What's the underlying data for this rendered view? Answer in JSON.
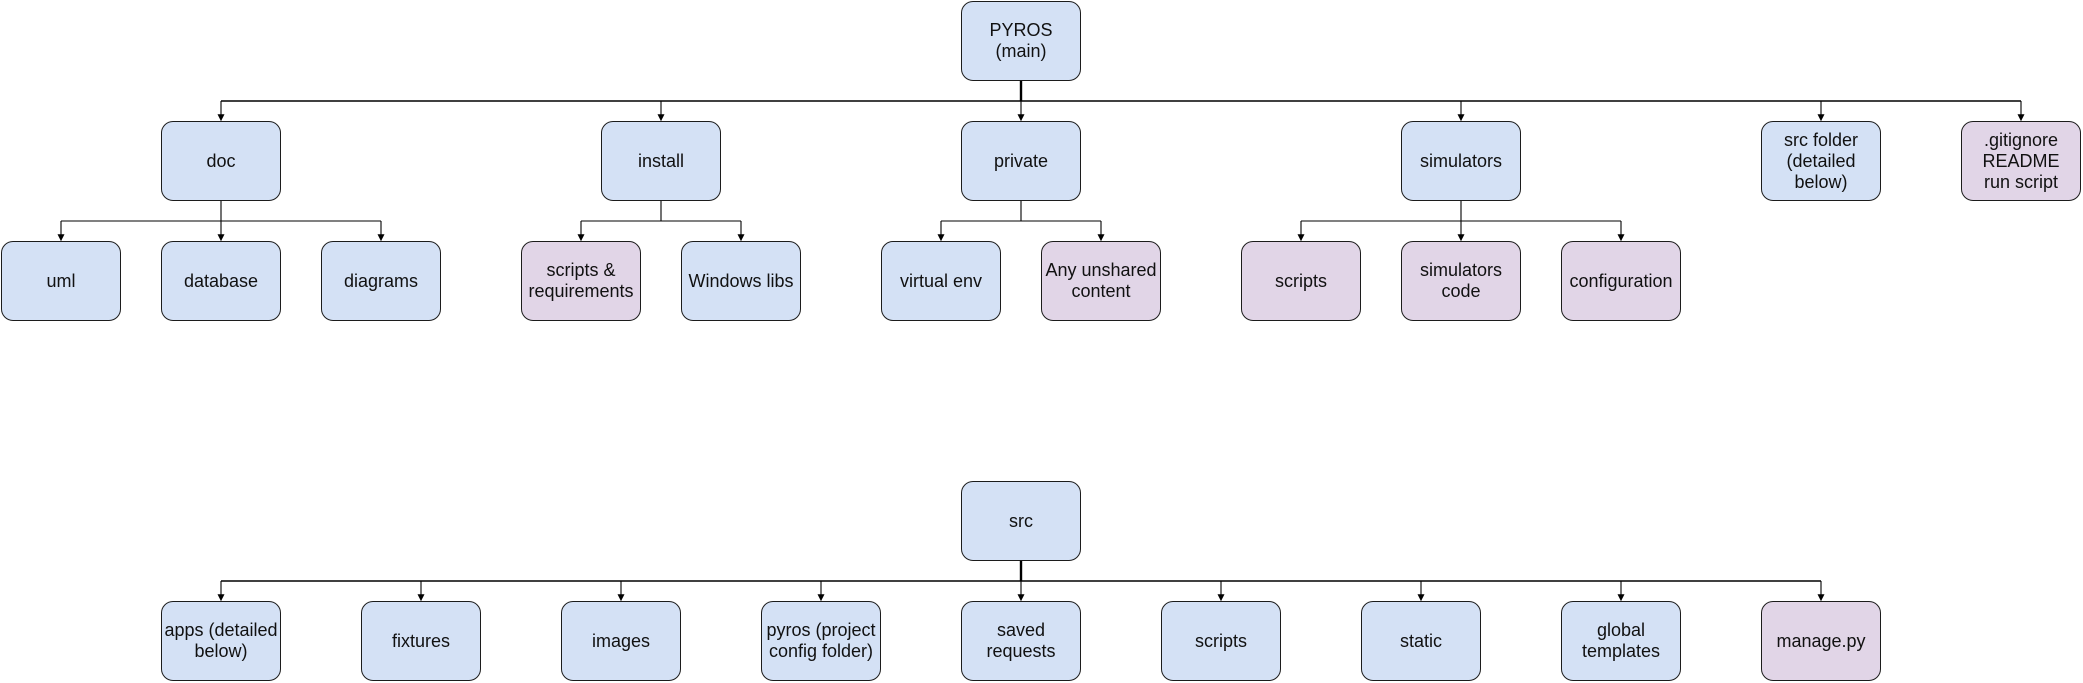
{
  "colors": {
    "folder": "#d4e1f5",
    "file": "#e1d5e7",
    "border": "#1c1c1c",
    "line": "#000000"
  },
  "top_tree": {
    "root": {
      "lines": [
        "PYROS",
        "(main)"
      ],
      "kind": "folder"
    },
    "children": {
      "doc": {
        "lines": [
          "doc"
        ],
        "kind": "folder",
        "children": {
          "uml": {
            "lines": [
              "uml"
            ],
            "kind": "folder"
          },
          "database": {
            "lines": [
              "database"
            ],
            "kind": "folder"
          },
          "diagrams": {
            "lines": [
              "diagrams"
            ],
            "kind": "folder"
          }
        }
      },
      "install": {
        "lines": [
          "install"
        ],
        "kind": "folder",
        "children": {
          "scripts_requirements": {
            "lines": [
              "scripts &",
              "requirements"
            ],
            "kind": "file"
          },
          "windows_libs": {
            "lines": [
              "Windows libs"
            ],
            "kind": "folder"
          }
        }
      },
      "private": {
        "lines": [
          "private"
        ],
        "kind": "folder",
        "children": {
          "virtual_env": {
            "lines": [
              "virtual env"
            ],
            "kind": "folder"
          },
          "unshared": {
            "lines": [
              "Any unshared",
              "content"
            ],
            "kind": "file"
          }
        }
      },
      "simulators": {
        "lines": [
          "simulators"
        ],
        "kind": "folder",
        "children": {
          "scripts": {
            "lines": [
              "scripts"
            ],
            "kind": "file"
          },
          "simulators_code": {
            "lines": [
              "simulators",
              "code"
            ],
            "kind": "file"
          },
          "configuration": {
            "lines": [
              "configuration"
            ],
            "kind": "file"
          }
        }
      },
      "src_folder": {
        "lines": [
          "src folder",
          "(detailed",
          "below)"
        ],
        "kind": "folder"
      },
      "gitignore": {
        "lines": [
          ".gitignore",
          "README",
          "run script"
        ],
        "kind": "file"
      }
    }
  },
  "src_tree": {
    "root": {
      "lines": [
        "src"
      ],
      "kind": "folder"
    },
    "children": {
      "apps": {
        "lines": [
          "apps (detailed",
          "below)"
        ],
        "kind": "folder"
      },
      "fixtures": {
        "lines": [
          "fixtures"
        ],
        "kind": "folder"
      },
      "images": {
        "lines": [
          "images"
        ],
        "kind": "folder"
      },
      "pyros_config": {
        "lines": [
          "pyros (project",
          "config folder)"
        ],
        "kind": "folder"
      },
      "saved_requests": {
        "lines": [
          "saved",
          "requests"
        ],
        "kind": "folder"
      },
      "scripts": {
        "lines": [
          "scripts"
        ],
        "kind": "folder"
      },
      "static": {
        "lines": [
          "static"
        ],
        "kind": "folder"
      },
      "global_templates": {
        "lines": [
          "global",
          "templates"
        ],
        "kind": "folder"
      },
      "manage_py": {
        "lines": [
          "manage.py"
        ],
        "kind": "file"
      }
    }
  }
}
